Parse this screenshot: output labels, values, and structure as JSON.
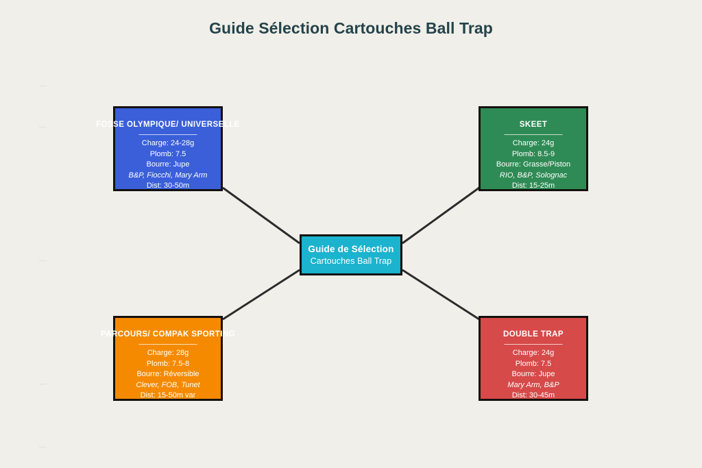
{
  "page": {
    "title": "Guide Sélection Cartouches Ball Trap",
    "background_color": "#f0efe9",
    "title_color": "#24434a"
  },
  "center_node": {
    "title": "Guide de Sélection",
    "subtitle": "Cartouches Ball Trap",
    "color": "#1bb3ce"
  },
  "nodes": [
    {
      "id": "fosse-olympique-universelle",
      "title": "FOSSE OLYMPIQUE/ UNIVERSELLE",
      "color": "#3a5fd9",
      "charge": "Charge: 24-28g",
      "plomb": "Plomb: 7.5",
      "bourre": "Bourre: Jupe",
      "brands": "B&P, Fiocchi, Mary Arm",
      "dist": "Dist: 30-50m"
    },
    {
      "id": "skeet",
      "title": "SKEET",
      "color": "#2f8b55",
      "charge": "Charge: 24g",
      "plomb": "Plomb: 8.5-9",
      "bourre": "Bourre: Grasse/Piston",
      "brands": "RIO, B&P, Solognac",
      "dist": "Dist: 15-25m"
    },
    {
      "id": "parcours-compak-sporting",
      "title": "PARCOURS/ COMPAK SPORTING",
      "color": "#f58a00",
      "charge": "Charge: 28g",
      "plomb": "Plomb: 7.5-8",
      "bourre": "Bourre: Réversible",
      "brands": "Clever, FOB, Tunet",
      "dist": "Dist: 15-50m var"
    },
    {
      "id": "double-trap",
      "title": "DOUBLE TRAP",
      "color": "#d64a4a",
      "charge": "Charge: 24g",
      "plomb": "Plomb: 7.5",
      "bourre": "Bourre: Jupe",
      "brands": "Mary Arm, B&P",
      "dist": "Dist: 30-45m"
    }
  ],
  "edges": {
    "color": "#2b2b2b"
  }
}
